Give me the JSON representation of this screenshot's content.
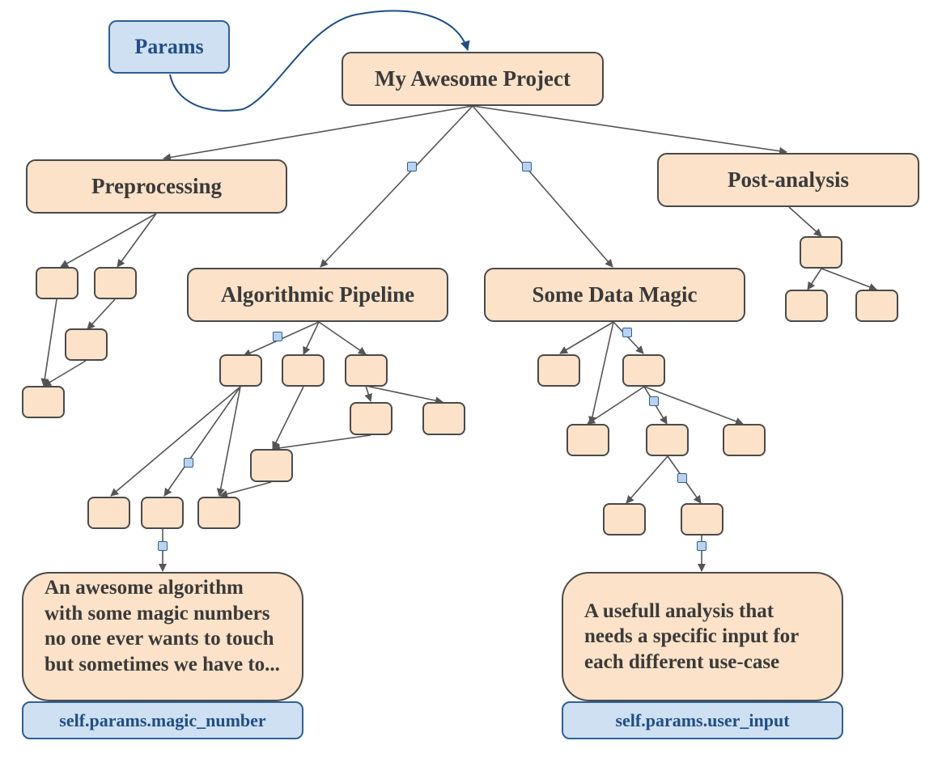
{
  "params_box": {
    "label": "Params"
  },
  "root": {
    "label": "My Awesome Project"
  },
  "branches": {
    "preprocessing": "Preprocessing",
    "pipeline": "Algorithmic Pipeline",
    "magic": "Some Data Magic",
    "post": "Post-analysis"
  },
  "notes": {
    "algorithm": "An awesome algorithm with some magic numbers no one ever wants to touch but sometimes we have to...",
    "analysis": "A usefull analysis that needs a specific input for each different use-case"
  },
  "param_labels": {
    "magic_number": "self.params.magic_number",
    "user_input": "self.params.user_input"
  },
  "colors": {
    "node_fill": "#fbe2c8",
    "node_border": "#4a4a4a",
    "param_fill": "#cfe0f2",
    "param_border": "#2f5f96",
    "param_text": "#1f4e87",
    "edge": "#555555"
  }
}
